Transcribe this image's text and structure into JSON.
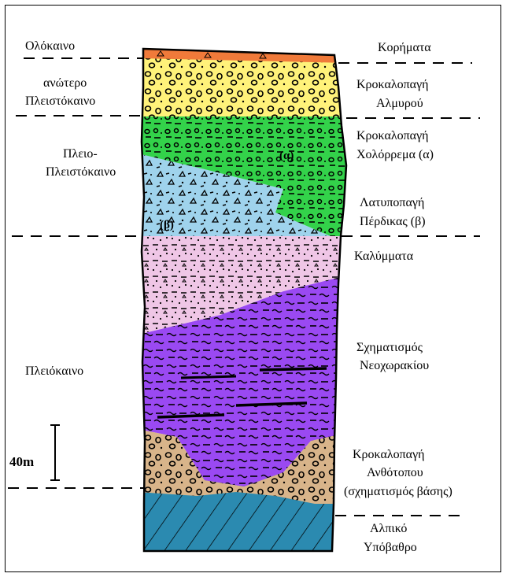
{
  "ages": {
    "holocene": "Ολόκαινο",
    "upper_pleistocene_1": "ανώτερο",
    "upper_pleistocene_2": "Πλειστόκαινο",
    "plio_pleistocene_1": "Πλειο-",
    "plio_pleistocene_2": "Πλειστόκαινο",
    "pliocene": "Πλειόκαινο"
  },
  "units": {
    "scree": "Κορήματα",
    "almyrou_1": "Κροκαλοπαγή",
    "almyrou_2": "Αλμυρού",
    "cholorrema_1": "Κροκαλοπαγή",
    "cholorrema_2": "Χολόρρεμα (α)",
    "perdikas_1": "Λατυποπαγή",
    "perdikas_2": "Πέρδικας (β)",
    "kalymmata": "Καλύμματα",
    "neochorakiou_1": "Σχηματισμός",
    "neochorakiou_2": "Νεοχωρακίου",
    "anthotopou_1": "Κροκαλοπαγή",
    "anthotopou_2": "Ανθότοπου",
    "anthotopou_3": "(σχηματισμός βάσης)",
    "alpine_1": "Αλπικό",
    "alpine_2": "Υπόβαθρο"
  },
  "column_markers": {
    "alpha": "(α)",
    "beta": "(β)"
  },
  "scale": {
    "label": "40m"
  },
  "colors": {
    "scree": "#f07a3a",
    "almyrou": "#fff27a",
    "cholorrema": "#33d24a",
    "perdikas": "#9fd3ec",
    "kalymmata": "#efc6e6",
    "neochorakiou": "#9a49f2",
    "anthotopou": "#d8b48a",
    "alpine": "#2b8ab0"
  }
}
